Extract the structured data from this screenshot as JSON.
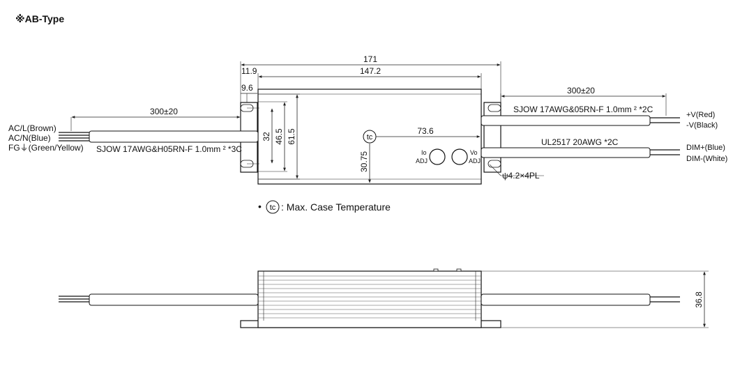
{
  "title": "※AB-Type",
  "top_view": {
    "dims": {
      "overall_length": "171",
      "body_length": "147.2",
      "flange_offset": "11.9",
      "hole_offset": "9.6",
      "input_wire_length": "300±20",
      "output_wire_length": "300±20",
      "hole_spacing": "32",
      "flange_inner_width": "46.5",
      "flange_width": "61.5",
      "tc_x": "73.6",
      "tc_y": "30.75",
      "mounting_hole": "ψ4.2×4PL"
    },
    "input_wires": [
      "AC/L(Brown)",
      "AC/N(Blue)",
      "FG⏚(Green/Yellow)"
    ],
    "input_cable": "SJOW 17AWG&H05RN-F 1.0mm ² *3C",
    "output_cable": "SJOW 17AWG&05RN-F 1.0mm ² *2C",
    "output_wires": [
      "+V(Red)",
      "-V(Black)"
    ],
    "dim_cable": "UL2517 20AWG *2C",
    "dim_wires": [
      "DIM+(Blue)",
      "DIM-(White)"
    ],
    "tc_symbol": "tc",
    "io_adj": [
      "Io",
      "ADJ"
    ],
    "vo_adj": [
      "Vo",
      "ADJ"
    ]
  },
  "legend": {
    "bullet": "•",
    "symbol": "tc",
    "text": ": Max. Case Temperature"
  },
  "side_view": {
    "height": "36.8"
  }
}
